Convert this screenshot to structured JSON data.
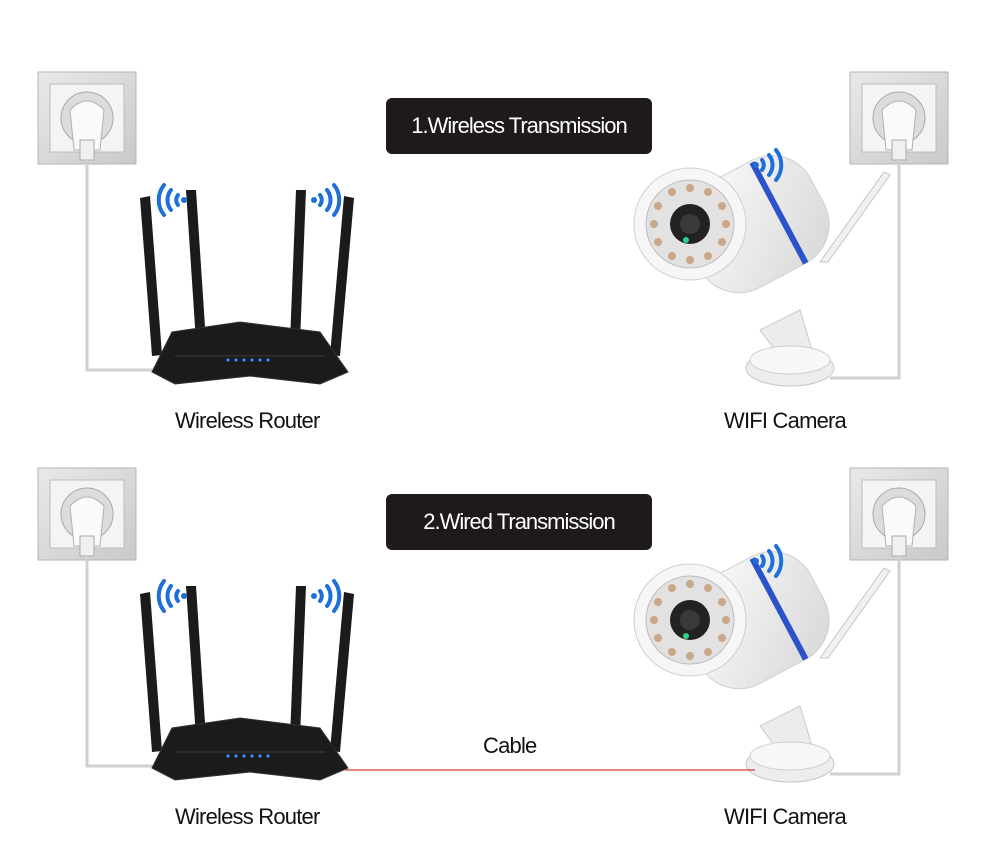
{
  "scenes": [
    {
      "mode_title": "1.Wireless Transmission",
      "router_label": "Wireless Router",
      "camera_label": "WIFI Camera",
      "has_cable": false
    },
    {
      "mode_title": "2.Wired Transmission",
      "router_label": "Wireless Router",
      "camera_label": "WIFI Camera",
      "has_cable": true,
      "cable_label": "Cable"
    }
  ],
  "colors": {
    "pill_background": "#1f1a1a",
    "wifi_signal": "#1e6fd9",
    "cable": "#d93a3a",
    "camera_ring": "#2a52c9",
    "router_body": "#1b1b1b"
  },
  "icons": [
    "power-outlet-icon",
    "wifi-signal-icon",
    "router-icon",
    "camera-icon"
  ]
}
